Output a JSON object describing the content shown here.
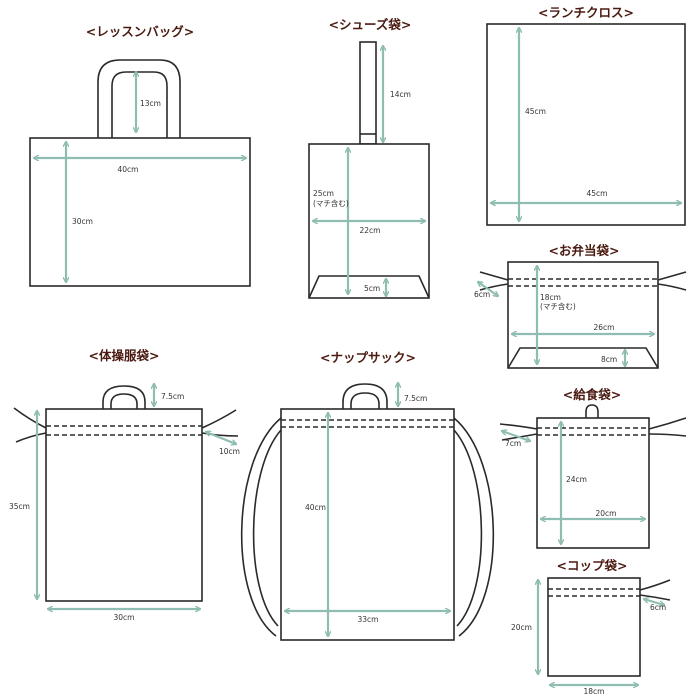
{
  "colors": {
    "outline": "#2a2a2a",
    "dimension": "#8fbdb2",
    "title": "#4a1a10"
  },
  "lesson": {
    "title": "<レッスンバッグ>",
    "handle": "13cm",
    "width": "40cm",
    "height": "30cm"
  },
  "shoes": {
    "title": "<シューズ袋>",
    "handle": "14cm",
    "height": "25cm",
    "height_note": "(マチ含む)",
    "width": "22cm",
    "gusset": "5cm"
  },
  "lunch_cloth": {
    "title": "<ランチクロス>",
    "height": "45cm",
    "width": "45cm"
  },
  "bento": {
    "title": "<お弁当袋>",
    "cord": "6cm",
    "height": "18cm",
    "height_note": "(マチ含む)",
    "width": "26cm",
    "gusset": "8cm"
  },
  "gym": {
    "title": "<体操服袋>",
    "handle": "7.5cm",
    "cord": "10cm",
    "height": "35cm",
    "width": "30cm"
  },
  "knapsack": {
    "title": "<ナップサック>",
    "handle": "7.5cm",
    "height": "40cm",
    "width": "33cm"
  },
  "kyushoku": {
    "title": "<給食袋>",
    "cord": "7cm",
    "height": "24cm",
    "width": "20cm"
  },
  "cup": {
    "title": "<コップ袋>",
    "cord": "6cm",
    "height": "20cm",
    "width": "18cm"
  }
}
